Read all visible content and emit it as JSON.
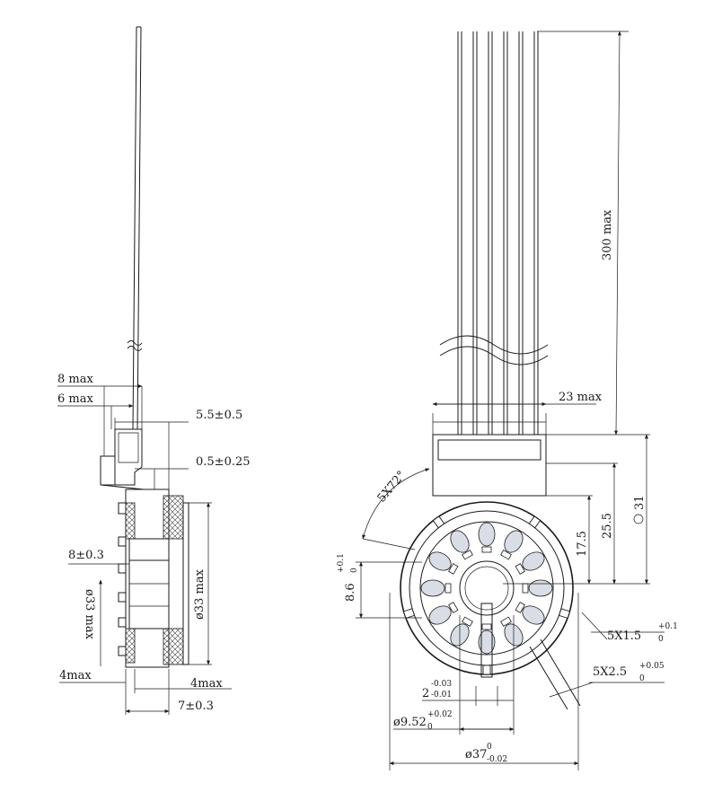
{
  "side_view": {
    "dims": {
      "max8": "8 max",
      "max6": "6 max",
      "d55": "5.5±0.5",
      "d05": "0.5±0.25",
      "d8": "8±0.3",
      "phi33_left": "ø33 max",
      "phi33_right": "ø33 max",
      "max4_left": "4max",
      "max4_right": "4max",
      "d7": "7±0.3"
    }
  },
  "front_view": {
    "dims": {
      "lead_length": "300 max",
      "width23": "23 max",
      "angle": "5X72°",
      "h255": "25.5",
      "h175": "17.5",
      "h31": "31",
      "h86": "8.6",
      "h86_tol_up": "+0.1",
      "h86_tol_low": "0",
      "slot5x15": "5X1.5",
      "slot5x15_tol_up": "+0.1",
      "slot5x15_tol_low": "0",
      "slot5x25": "5X2.5",
      "slot5x25_tol_up": "+0.05",
      "slot5x25_tol_low": "0",
      "w2": "2",
      "w2_tol_up": "-0.03",
      "w2_tol_low": "-0.01",
      "bore": "ø9.52",
      "bore_tol_up": "+0.02",
      "bore_tol_low": "0",
      "outer": "ø37",
      "outer_tol_up": "0",
      "outer_tol_low": "-0.02"
    }
  }
}
